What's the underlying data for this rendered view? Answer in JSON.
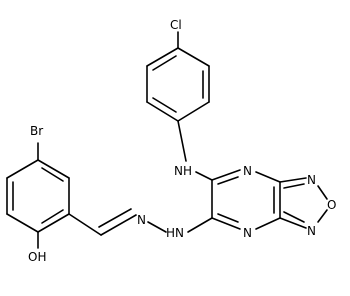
{
  "molecule": {
    "atoms": {
      "cl": "Cl",
      "br": "Br",
      "oh": "OH",
      "nh_top": "NH",
      "hn_bottom": "HN",
      "n_pyrazine_top": "N",
      "n_pyrazine_bottom": "N",
      "n_furazan_top": "N",
      "o_furazan": "O",
      "n_furazan_bottom": "N",
      "n_hydrazone": "N"
    }
  }
}
